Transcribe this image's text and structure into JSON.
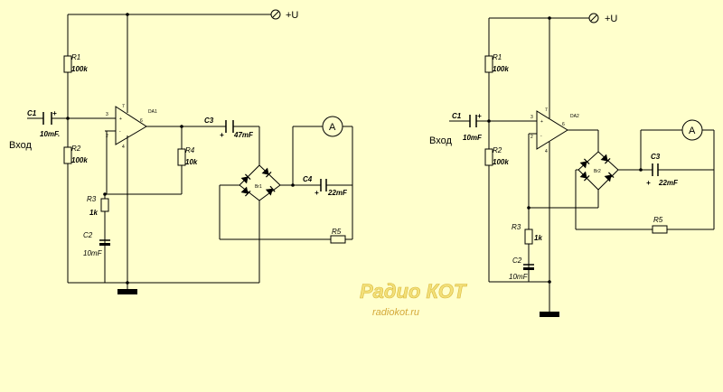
{
  "left": {
    "supply": "+U",
    "input": "Вход",
    "opamp": "DA1",
    "pins": {
      "in_plus": "3",
      "in_minus": "2",
      "top": "7",
      "bottom": "4",
      "out": "6"
    },
    "C1": {
      "ref": "C1",
      "value": "10mF."
    },
    "R1": {
      "ref": "R1",
      "value": "100k"
    },
    "R2": {
      "ref": "R2",
      "value": "100k"
    },
    "R3": {
      "ref": "R3",
      "value": "1k"
    },
    "R4": {
      "ref": "R4",
      "value": "10k"
    },
    "C2": {
      "ref": "C2",
      "value": "10mF"
    },
    "C3": {
      "ref": "C3",
      "value": "47mF"
    },
    "C4": {
      "ref": "C4",
      "value": "22mF"
    },
    "R5": {
      "ref": "R5"
    },
    "bridge": "Br1",
    "meter": "A"
  },
  "right": {
    "supply": "+U",
    "input": "Вход",
    "opamp": "DA2",
    "pins": {
      "in_plus": "3",
      "in_minus": "2",
      "top": "7",
      "bottom": "4",
      "out": "6"
    },
    "C1": {
      "ref": "C1",
      "value": "10mF"
    },
    "R1": {
      "ref": "R1",
      "value": "100k"
    },
    "R2": {
      "ref": "R2",
      "value": "100k"
    },
    "R3": {
      "ref": "R3",
      "value": "1k"
    },
    "C2": {
      "ref": "C2",
      "value": "10mF"
    },
    "C3": {
      "ref": "C3",
      "value": "22mF"
    },
    "R5": {
      "ref": "R5"
    },
    "bridge": "Br2",
    "meter": "A"
  },
  "watermark": {
    "title": "Радио КОТ",
    "url": "radiokot.ru"
  }
}
